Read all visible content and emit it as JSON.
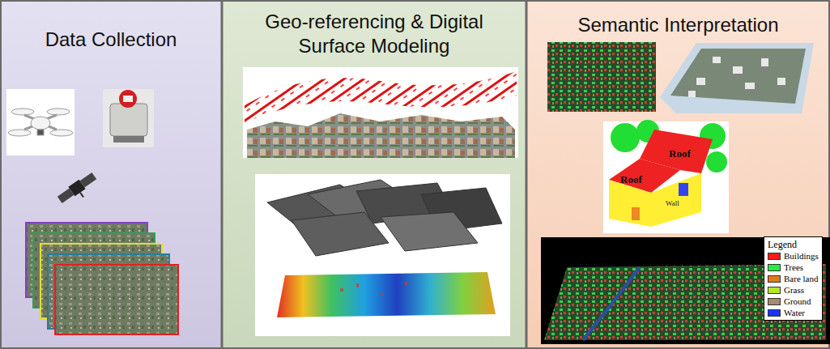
{
  "diagram": {
    "nodes": [
      {
        "text": [
          "Data Collection"
        ]
      },
      {
        "text": [
          "Geo-referencing & Digital Surface Modeling"
        ]
      },
      {
        "text": [
          "Semantic Interpretation"
        ]
      }
    ],
    "labels": [
      "Roof",
      "Roof",
      "Wall",
      "Legend"
    ],
    "legend": [
      {
        "text": "Buildings",
        "color": "#ff1a1a"
      },
      {
        "text": "Trees",
        "color": "#22ee44"
      },
      {
        "text": "Bare land",
        "color": "#e07a20"
      },
      {
        "text": "Grass",
        "color": "#b8e62a"
      },
      {
        "text": "Ground",
        "color": "#a28c72"
      },
      {
        "text": "Water",
        "color": "#1a33ff"
      }
    ]
  }
}
